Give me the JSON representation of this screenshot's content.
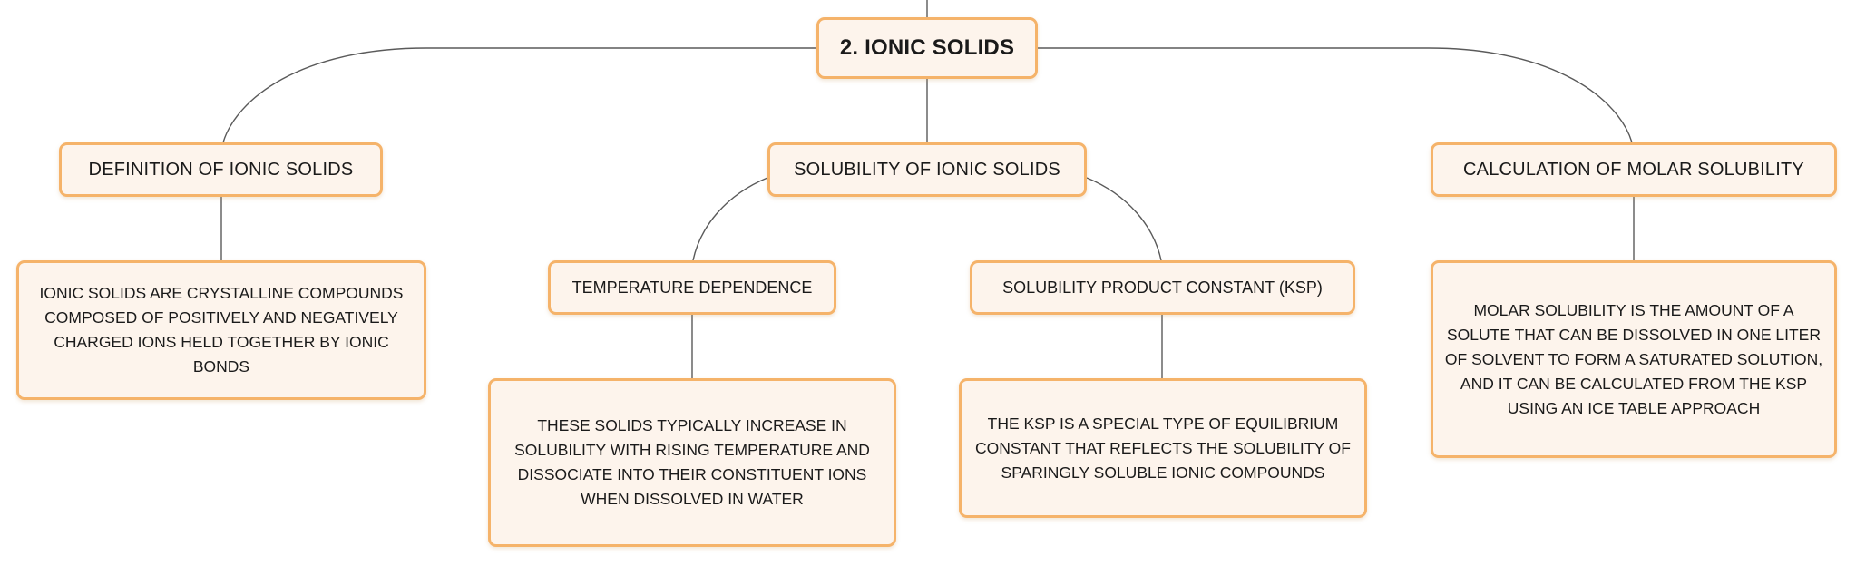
{
  "root": {
    "title": "2. IONIC SOLIDS"
  },
  "topics": {
    "definition": {
      "label": "DEFINITION OF IONIC SOLIDS",
      "note": "IONIC SOLIDS ARE CRYSTALLINE COMPOUNDS COMPOSED OF POSITIVELY AND NEGATIVELY CHARGED IONS HELD TOGETHER BY IONIC BONDS"
    },
    "solubility": {
      "label": "SOLUBILITY OF IONIC SOLIDS",
      "temperature": {
        "label": "TEMPERATURE DEPENDENCE",
        "note": "THESE SOLIDS TYPICALLY INCREASE IN SOLUBILITY WITH RISING TEMPERATURE AND DISSOCIATE INTO THEIR CONSTITUENT IONS WHEN DISSOLVED IN WATER"
      },
      "ksp": {
        "label": "SOLUBILITY PRODUCT CONSTANT (KSP)",
        "note": "THE KSP IS A SPECIAL TYPE OF EQUILIBRIUM CONSTANT THAT REFLECTS THE SOLUBILITY OF SPARINGLY SOLUBLE IONIC COMPOUNDS"
      }
    },
    "molar": {
      "label": "CALCULATION OF MOLAR SOLUBILITY",
      "note": "MOLAR SOLUBILITY IS THE AMOUNT OF A SOLUTE THAT CAN BE DISSOLVED IN ONE LITER OF SOLVENT TO FORM A SATURATED SOLUTION, AND IT CAN BE CALCULATED FROM THE KSP USING AN ICE TABLE APPROACH"
    }
  },
  "colors": {
    "node_border": "#f5b36a",
    "node_fill": "#fdf4ec",
    "connector": "#5a5a5a"
  }
}
